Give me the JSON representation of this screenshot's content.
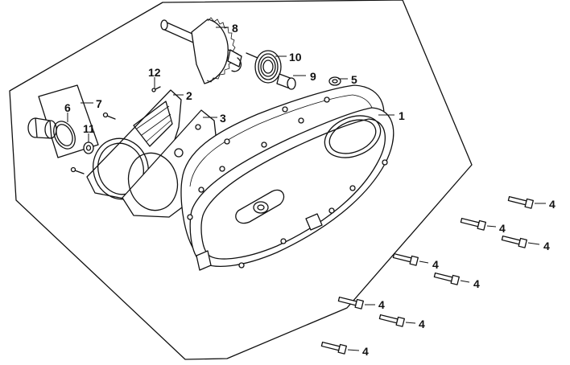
{
  "diagram": {
    "callouts": {
      "cover": "1",
      "gasket": "2",
      "inner_plate": "3",
      "bolt": "4",
      "dowel": "5",
      "o_ring": "6",
      "kick_gear_assy": "7",
      "kick_shaft": "8",
      "bushing": "9",
      "spring": "10",
      "washer": "11",
      "screw": "12"
    }
  }
}
